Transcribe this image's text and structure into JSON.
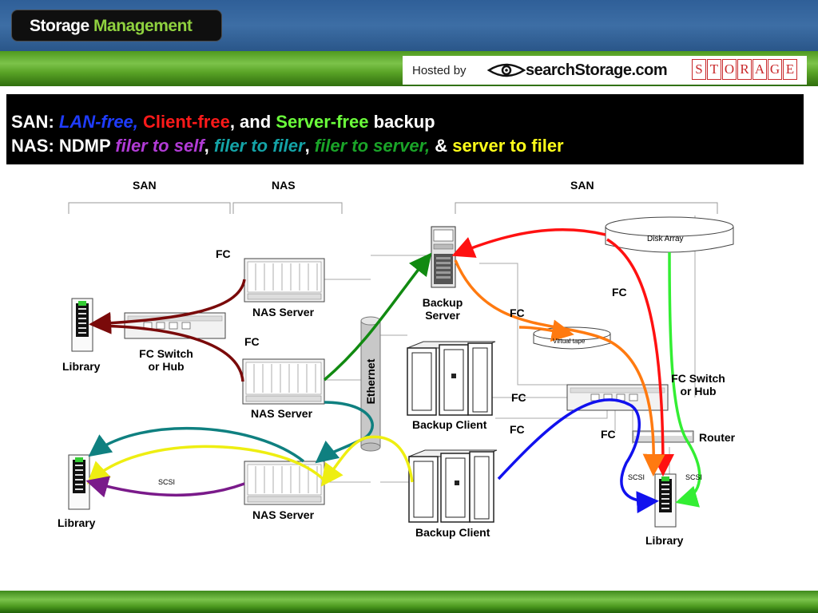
{
  "header": {
    "logo_word1": "Storage",
    "logo_word2": "Management",
    "hosted_by": "Hosted by",
    "site_name": "searchStorage.com",
    "storage_letters": [
      "S",
      "T",
      "O",
      "R",
      "A",
      "G",
      "E"
    ]
  },
  "title": {
    "line1": [
      {
        "text": "SAN: ",
        "style": "w"
      },
      {
        "text": "LAN-free, ",
        "style": "blue"
      },
      {
        "text": "Client-free",
        "style": "red"
      },
      {
        "text": ", and ",
        "style": "w"
      },
      {
        "text": "Server-free",
        "style": "green-l"
      },
      {
        "text": " backup",
        "style": "w"
      }
    ],
    "line2": [
      {
        "text": "NAS: NDMP ",
        "style": "w"
      },
      {
        "text": "filer to self",
        "style": "purple"
      },
      {
        "text": ", ",
        "style": "w"
      },
      {
        "text": "filer to filer",
        "style": "teal"
      },
      {
        "text": ", ",
        "style": "w"
      },
      {
        "text": "filer to server, ",
        "style": "green-d"
      },
      {
        "text": "& ",
        "style": "w"
      },
      {
        "text": "server to filer",
        "style": "yellow"
      }
    ]
  },
  "diagram": {
    "section_san_left": "SAN",
    "section_nas": "NAS",
    "section_san_right": "SAN",
    "fc_label": "FC",
    "nas_server_1": "NAS Server",
    "nas_server_2": "NAS Server",
    "nas_server_3": "NAS Server",
    "library_1": "Library",
    "library_2": "Library",
    "library_3": "Library",
    "fc_switch_left_1": "FC Switch",
    "fc_switch_left_2": "or Hub",
    "fc_switch_right_1": "FC Switch",
    "fc_switch_right_2": "or Hub",
    "backup_server_1": "Backup",
    "backup_server_2": "Server",
    "backup_client_1": "Backup Client",
    "backup_client_2": "Backup Client",
    "ethernet": "Ethernet",
    "disk_array": "Disk Array",
    "virtual_tape": "Virtual tape",
    "router": "Router",
    "scsi": "SCSI"
  },
  "colors": {
    "nas_to_self": "#7a0a0a",
    "filer_to_filer": "#0f8080",
    "filer_to_server": "#118a11",
    "server_to_filer": "#ffff22",
    "client_free": "#ff1111",
    "lan_free": "#1111ee",
    "server_free": "#33ee33",
    "orange": "#ff7a10",
    "purple": "#7a1a8a"
  }
}
